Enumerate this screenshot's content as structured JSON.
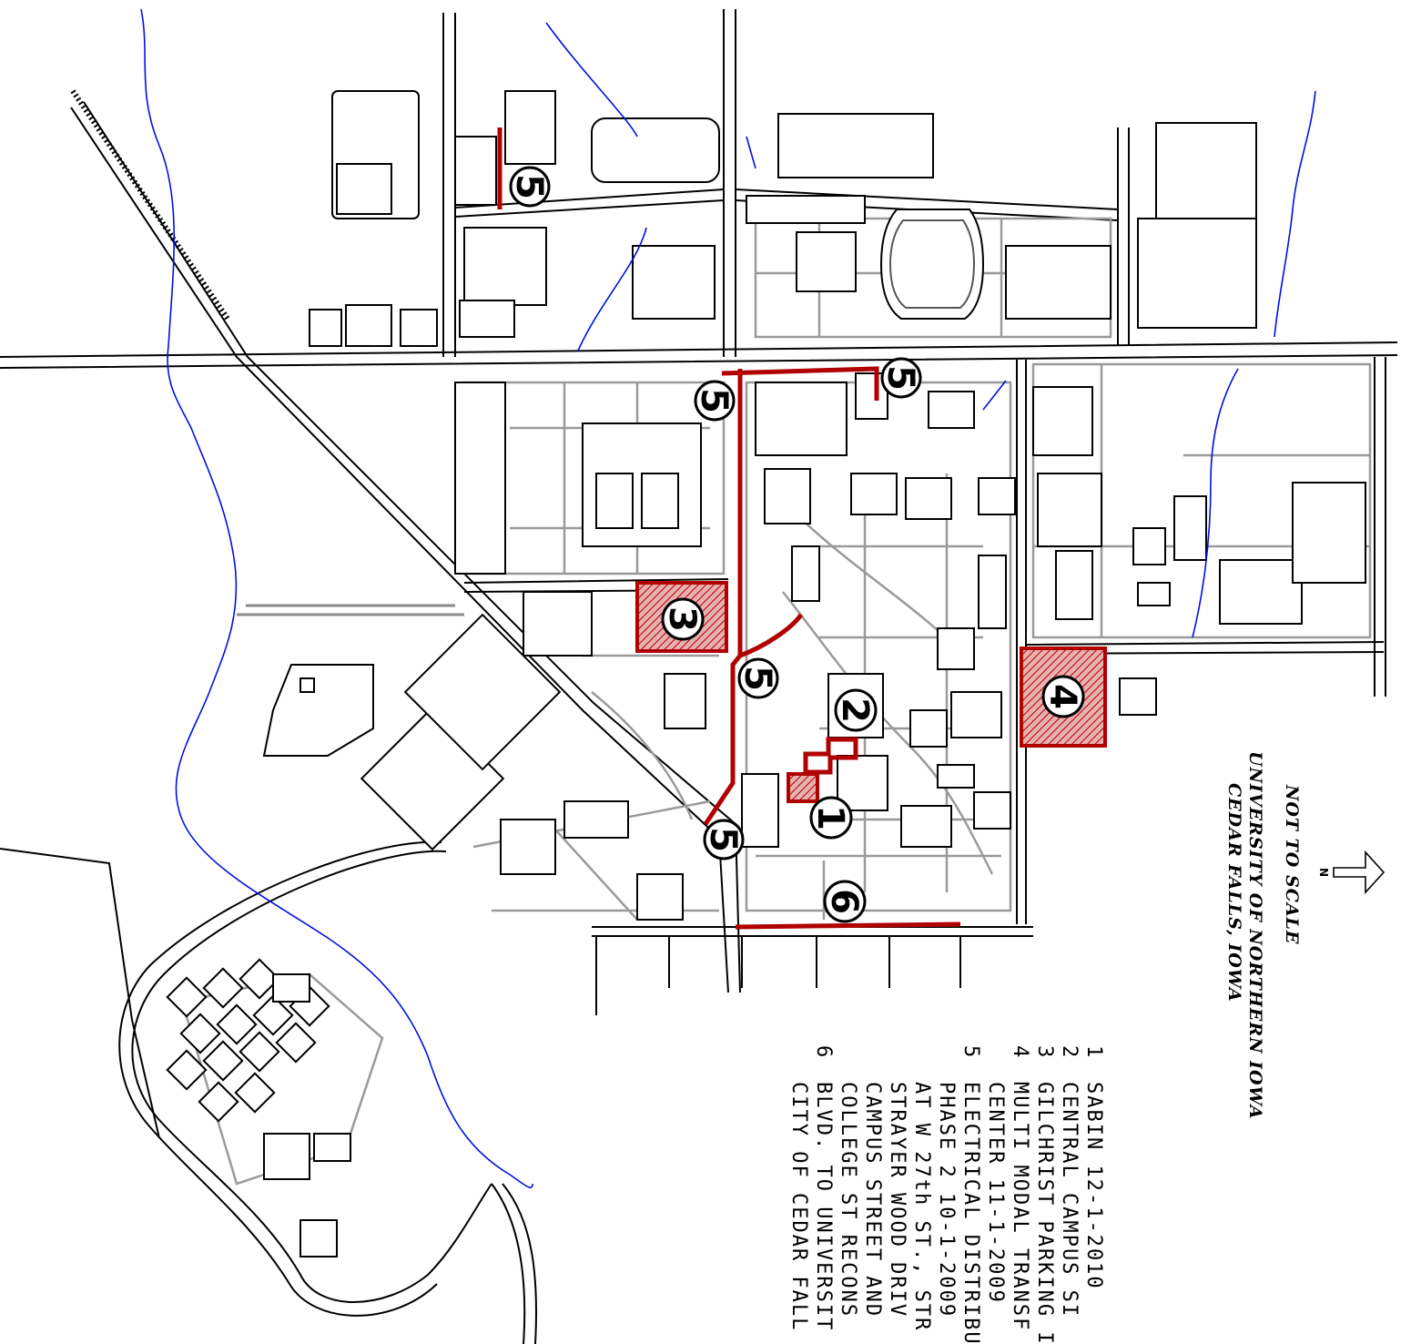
{
  "map": {
    "title_line1": "UNIVERSITY OF NORTHERN IOWA",
    "title_line2": "CEDAR FALLS, IOWA",
    "scale_note": "NOT TO SCALE",
    "north_label": "N"
  },
  "markers": [
    {
      "num": "1",
      "label": "1"
    },
    {
      "num": "2",
      "label": "2"
    },
    {
      "num": "3",
      "label": "3"
    },
    {
      "num": "4",
      "label": "4"
    },
    {
      "num": "5",
      "label": "5"
    },
    {
      "num": "6",
      "label": "6"
    }
  ],
  "legend": [
    {
      "num": "1",
      "text": "SABIN   12-1-2010"
    },
    {
      "num": "2",
      "text": "CENTRAL CAMPUS SI"
    },
    {
      "num": "3",
      "text": "GILCHRIST PARKING I"
    },
    {
      "num": "4",
      "text": "MULTI MODAL TRANSF"
    },
    {
      "num": "",
      "text": "CENTER     11-1-2009"
    },
    {
      "num": "5",
      "text": "ELECTRICAL DISTRIBU"
    },
    {
      "num": "",
      "text": "PHASE 2    10-1-2009"
    },
    {
      "num": "",
      "text": "AT W 27th ST., STR"
    },
    {
      "num": "",
      "text": "STRAYER WOOD DRIV"
    },
    {
      "num": "",
      "text": "CAMPUS STREET AND"
    },
    {
      "num": "",
      "text": "COLLEGE ST RECONS"
    },
    {
      "num": "6",
      "text": "BLVD. TO UNIVERSIT"
    },
    {
      "num": "",
      "text": "CITY OF CEDAR FALL"
    }
  ],
  "colors": {
    "project_red": "#b00000",
    "water_blue": "#0010e0",
    "road_gray": "#8a8a8a"
  }
}
